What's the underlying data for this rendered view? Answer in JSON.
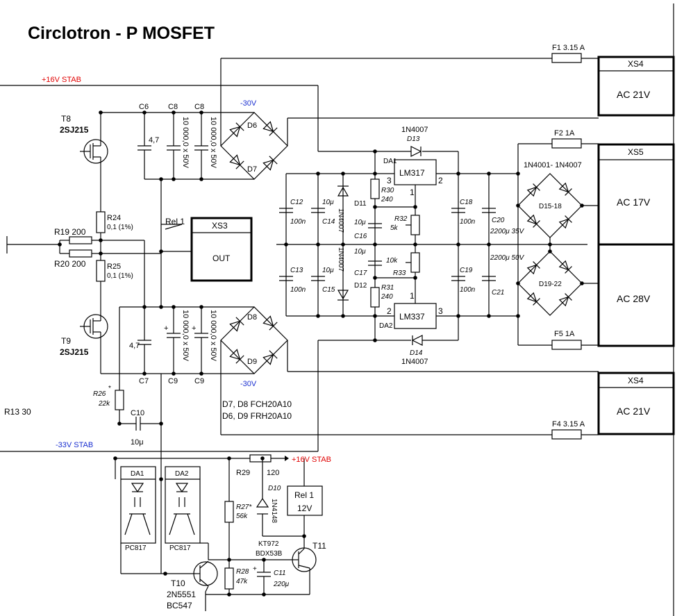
{
  "title": "Circlotron - P  MOSFET",
  "rails": {
    "p16": "+16V  STAB",
    "m33": "-33V  STAB",
    "m30a": "-30V",
    "m30b": "-30V",
    "p16b": "+16V  STAB"
  },
  "connectors": {
    "xs4a": {
      "name": "XS4",
      "label": "AC 21V"
    },
    "xs5": {
      "name": "XS5",
      "label": "AC 17V"
    },
    "xs5b": {
      "label": "AC 28V"
    },
    "xs4b": {
      "name": "XS4",
      "label": "AC 21V"
    },
    "xs3": {
      "name": "XS3",
      "label": "OUT"
    }
  },
  "fuses": {
    "f1": "F1  3.15 A",
    "f2": "F2    1A",
    "f5": "F5    1A",
    "f4": "F4  3.15 A"
  },
  "transistors": {
    "t8": "T8",
    "t8p": "2SJ215",
    "t9": "T9",
    "t9p": "2SJ215",
    "t10": "T10",
    "t10p": "2N5551",
    "t10p2": "BC547",
    "t11": "T11",
    "t11p": "KT972",
    "t11p2": "BDX53B"
  },
  "resistors": {
    "r24": "R24",
    "r24v": "0,1 (1%)",
    "r25": "R25",
    "r25v": "0,1 (1%)",
    "r19": "R19  200",
    "r20": "R20  200",
    "r26": "R26",
    "r26s": "*",
    "r26v": "22k",
    "r13": "R13  30",
    "r29": "R29",
    "r29v": "120",
    "r27": "R27*",
    "r27v": "56k",
    "r28": "R28",
    "r28v": "47k",
    "r30": "R30",
    "r30v": "240",
    "r31": "R31",
    "r31v": "240",
    "r32": "R32",
    "r32v": "5k",
    "r33": "R33",
    "r33v": "10k"
  },
  "caps": {
    "c6a": "C6",
    "c8a": "C8",
    "c8b": "C8",
    "c7": "C7",
    "c9a": "C9",
    "c9b": "C9",
    "c47a": "4,7",
    "c47b": "4,7",
    "c10kA": "10 000,0 x 50V",
    "c10kB": "10 000,0 x 50V",
    "c10kC": "10 000,0 x 50V",
    "c10kD": "10 000,0 x 50V",
    "c10": "C10",
    "c10v": "10μ",
    "c11": "C11",
    "c11v": "220μ",
    "c12": "C12",
    "c12v": "100n",
    "c13": "C13",
    "c13v": "100n",
    "c14": "C14",
    "c14v": "10μ",
    "c15": "C15",
    "c15v": "10μ",
    "c16": "C16",
    "c16v": "10μ",
    "c17": "C17",
    "c17v": "10μ",
    "c18": "C18",
    "c18v": "100n",
    "c19": "C19",
    "c19v": "100n",
    "c20": "C20",
    "c20v": "2200μ 35V",
    "c21": "C21",
    "c21v": "2200μ 50V"
  },
  "diodes": {
    "d6": "D6",
    "d7": "D7",
    "d8": "D8",
    "d9": "D9",
    "d10": "D10",
    "d10p": "1N4148",
    "d11": "D11",
    "d11p": "1N4007",
    "d12": "D12",
    "d12p": "1N4007",
    "d13": "D13",
    "d13p": "1N4007",
    "d14": "D14",
    "d14p": "1N4007",
    "d1518": "D15-18",
    "d1922": "D19-22",
    "bridge": "1N4001- 1N4007",
    "note1": "D7, D8  FCH20A10",
    "note2": "D6, D9  FRH20A10"
  },
  "ics": {
    "lm317": "LM317",
    "lm337": "LM337",
    "da1": "DA1",
    "da2": "DA2",
    "opto1": "DA1",
    "opto2": "DA2",
    "pc1": "PC817",
    "pc2": "PC817",
    "pin3a": "3",
    "pin2a": "2",
    "pin1a": "1",
    "pin1b": "1",
    "pin2b": "2",
    "pin3b": "3"
  },
  "relay": {
    "name": "Rel 1",
    "coil": "Rel 1",
    "coilv": "12V"
  }
}
